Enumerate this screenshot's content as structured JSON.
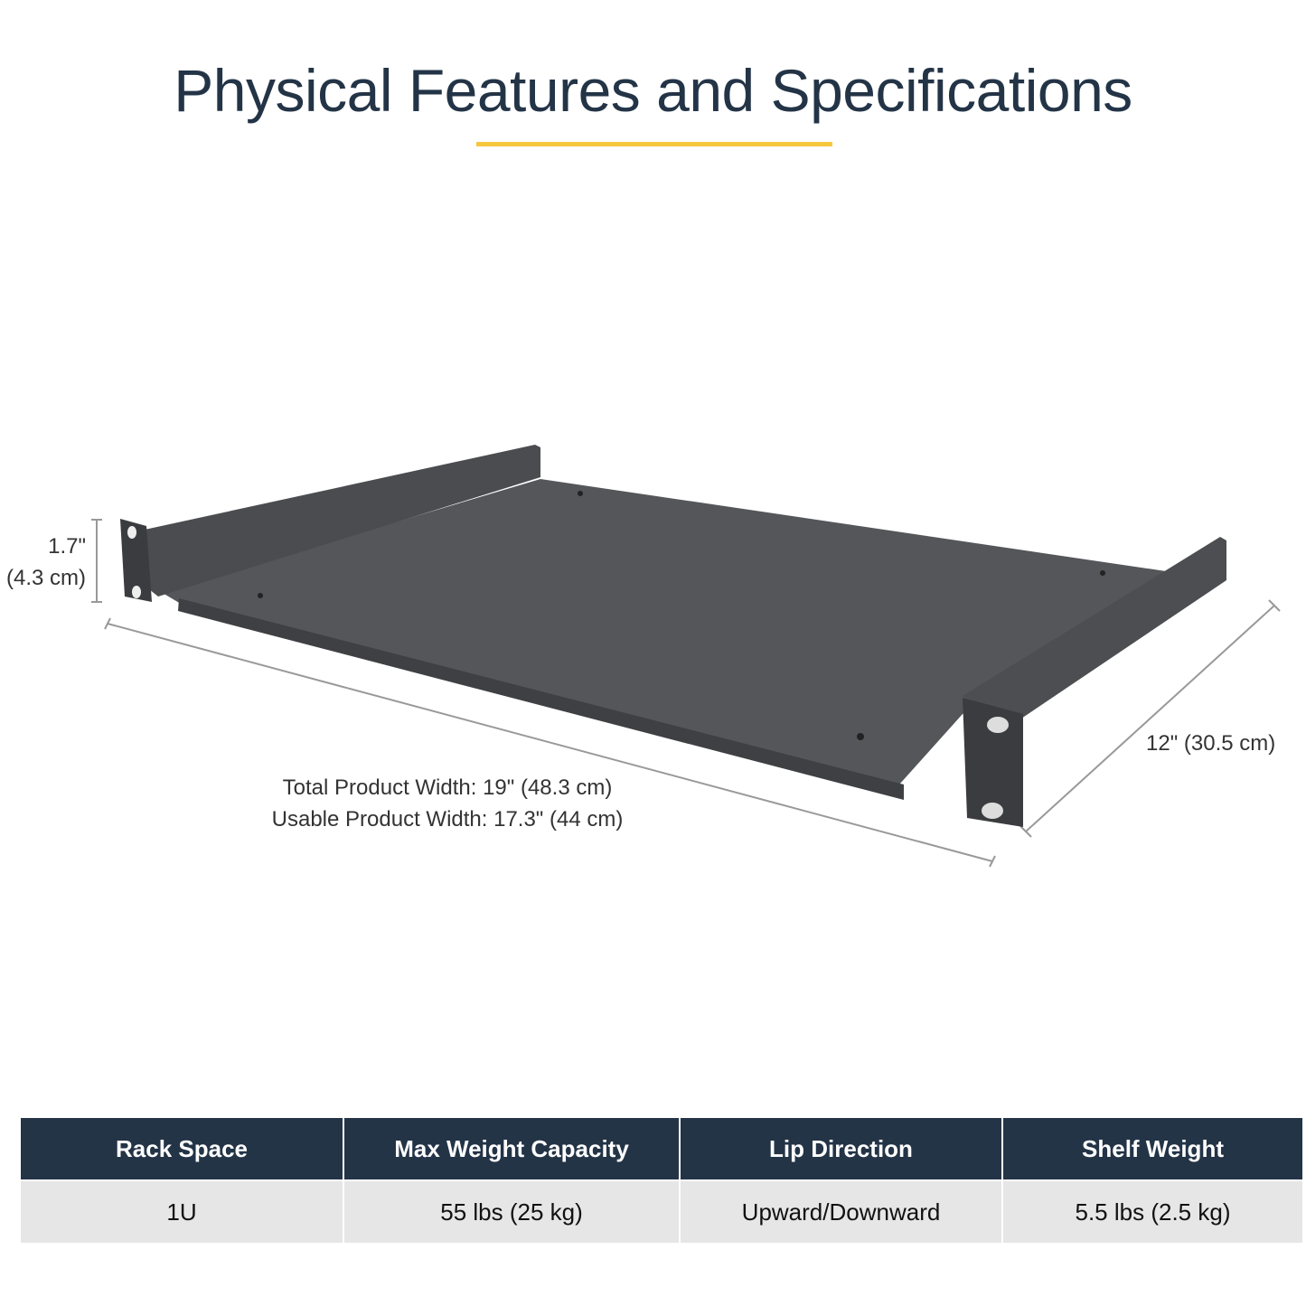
{
  "title": "Physical Features and Specifications",
  "accent_color": "#f5c73d",
  "header_color": "#243447",
  "dimensions": {
    "height": "1.7\"",
    "height_cm": "(4.3 cm)",
    "total_width": "Total Product Width: 19\" (48.3 cm)",
    "usable_width": "Usable Product Width: 17.3\" (44 cm)",
    "depth": "12\" (30.5 cm)"
  },
  "specs": {
    "headers": [
      "Rack Space",
      "Max Weight Capacity",
      "Lip Direction",
      "Shelf Weight"
    ],
    "values": [
      "1U",
      "55 lbs (25 kg)",
      "Upward/Downward",
      "5.5 lbs (2.5 kg)"
    ]
  }
}
